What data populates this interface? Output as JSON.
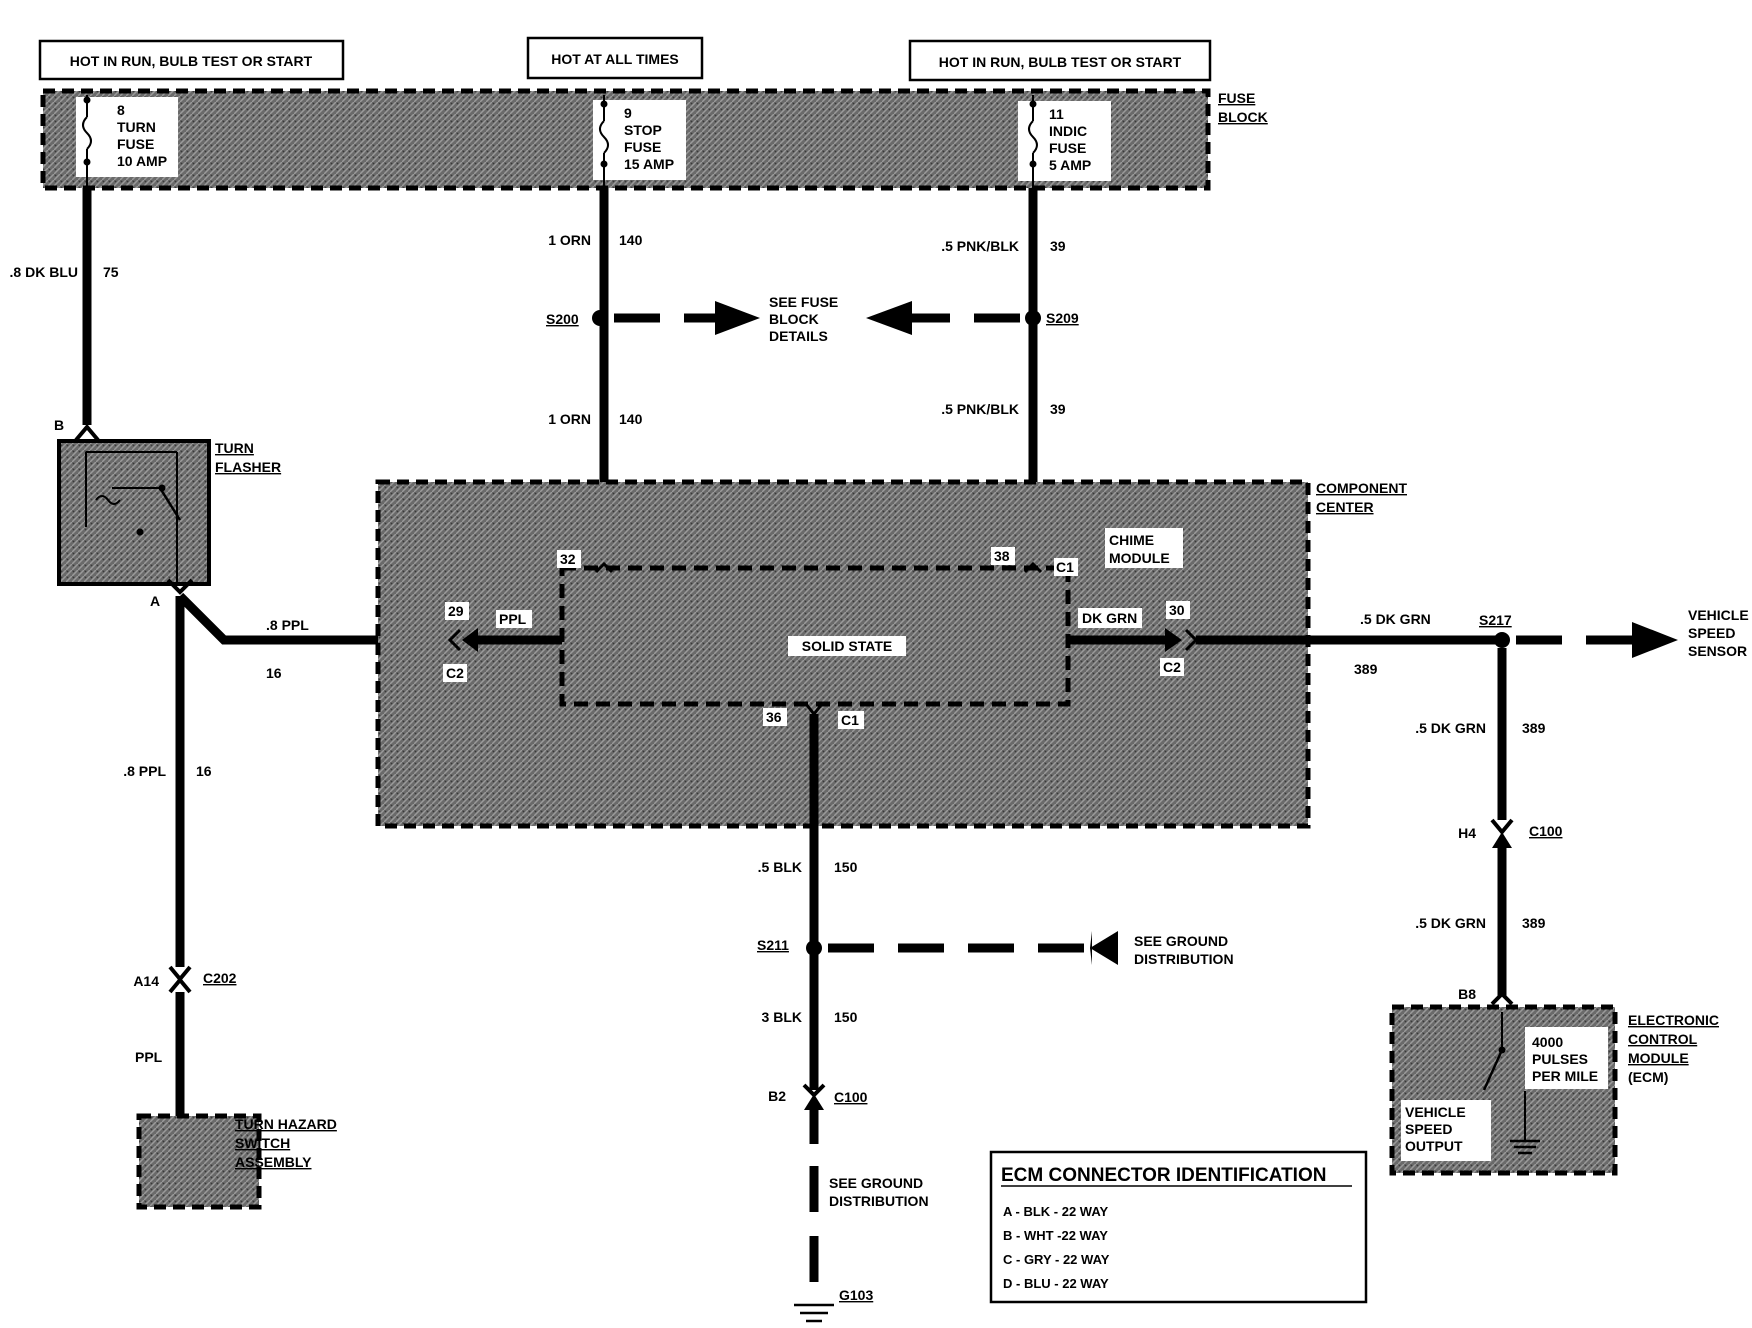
{
  "headers": {
    "left": "HOT IN RUN, BULB TEST OR START",
    "center": "HOT AT ALL TIMES",
    "right": "HOT IN RUN, BULB TEST OR START"
  },
  "fuse_block": {
    "label_1": "FUSE",
    "label_2": "BLOCK",
    "fuse_8": [
      "8",
      "TURN",
      "FUSE",
      "10 AMP"
    ],
    "fuse_9": [
      "9",
      "STOP",
      "FUSE",
      "15 AMP"
    ],
    "fuse_11": [
      "11",
      "INDIC",
      "FUSE",
      "5 AMP"
    ]
  },
  "wires": {
    "dk_blu": {
      "gauge_color": ".8 DK BLU",
      "circuit": "75"
    },
    "orn_upper": {
      "gauge_color": "1 ORN",
      "circuit": "140"
    },
    "orn_lower": {
      "gauge_color": "1 ORN",
      "circuit": "140"
    },
    "pnk_upper": {
      "gauge_color": ".5 PNK/BLK",
      "circuit": "39"
    },
    "pnk_lower": {
      "gauge_color": ".5 PNK/BLK",
      "circuit": "39"
    },
    "ppl_horizontal": {
      "gauge_color": ".8 PPL",
      "circuit": "16"
    },
    "ppl_vertical": {
      "gauge_color": ".8 PPL",
      "circuit": "16"
    },
    "ppl_switch": {
      "gauge_color": "PPL"
    },
    "blk_upper": {
      "gauge_color": ".5 BLK",
      "circuit": "150"
    },
    "blk_lower": {
      "gauge_color": "3 BLK",
      "circuit": "150"
    },
    "dk_grn_h": {
      "gauge_color": ".5 DK GRN",
      "circuit": "389"
    },
    "dk_grn_v1": {
      "gauge_color": ".5 DK GRN",
      "circuit": "389"
    },
    "dk_grn_v2": {
      "gauge_color": ".5 DK GRN",
      "circuit": "389"
    }
  },
  "splices": {
    "s200": "S200",
    "s209": "S209",
    "s211": "S211",
    "s217": "S217"
  },
  "notes": {
    "see_fuse": [
      "SEE FUSE",
      "BLOCK",
      "DETAILS"
    ],
    "see_ground_1": [
      "SEE GROUND",
      "DISTRIBUTION"
    ],
    "see_ground_2": [
      "SEE GROUND",
      "DISTRIBUTION"
    ],
    "vehicle_speed_sensor": [
      "VEHICLE",
      "SPEED",
      "SENSOR"
    ]
  },
  "turn_flasher": {
    "pin_b": "B",
    "pin_a": "A",
    "label_1": "TURN",
    "label_2": "FLASHER"
  },
  "component_center": {
    "label_1": "COMPONENT",
    "label_2": "CENTER",
    "chime_1": "CHIME",
    "chime_2": "MODULE",
    "solid_state": "SOLID STATE",
    "pin_32": "32",
    "pin_38": "38",
    "c1_top": "C1",
    "pin_29": "29",
    "ppl": "PPL",
    "c2_left": "C2",
    "dk_grn": "DK GRN",
    "pin_30": "30",
    "c2_right": "C2",
    "pin_36": "36",
    "c1_bottom": "C1"
  },
  "connectors": {
    "c202_pin": "A14",
    "c202": "C202",
    "c100_left_pin": "B2",
    "c100_left": "C100",
    "c100_right_pin": "H4",
    "c100_right": "C100",
    "b8": "B8"
  },
  "ground": {
    "g103": "G103"
  },
  "turn_hazard": [
    "TURN HAZARD",
    "SWITCH",
    "ASSEMBLY"
  ],
  "ecm": {
    "labels": [
      "ELECTRONIC",
      "CONTROL",
      "MODULE",
      "(ECM)"
    ],
    "pulses": [
      "4000",
      "PULSES",
      "PER MILE"
    ],
    "output": [
      "VEHICLE",
      "SPEED",
      "OUTPUT"
    ]
  },
  "ecm_table": {
    "title": "ECM CONNECTOR IDENTIFICATION",
    "rows": [
      "A - BLK - 22 WAY",
      "B - WHT -22 WAY",
      "C - GRY - 22 WAY",
      "D - BLU - 22 WAY"
    ]
  }
}
